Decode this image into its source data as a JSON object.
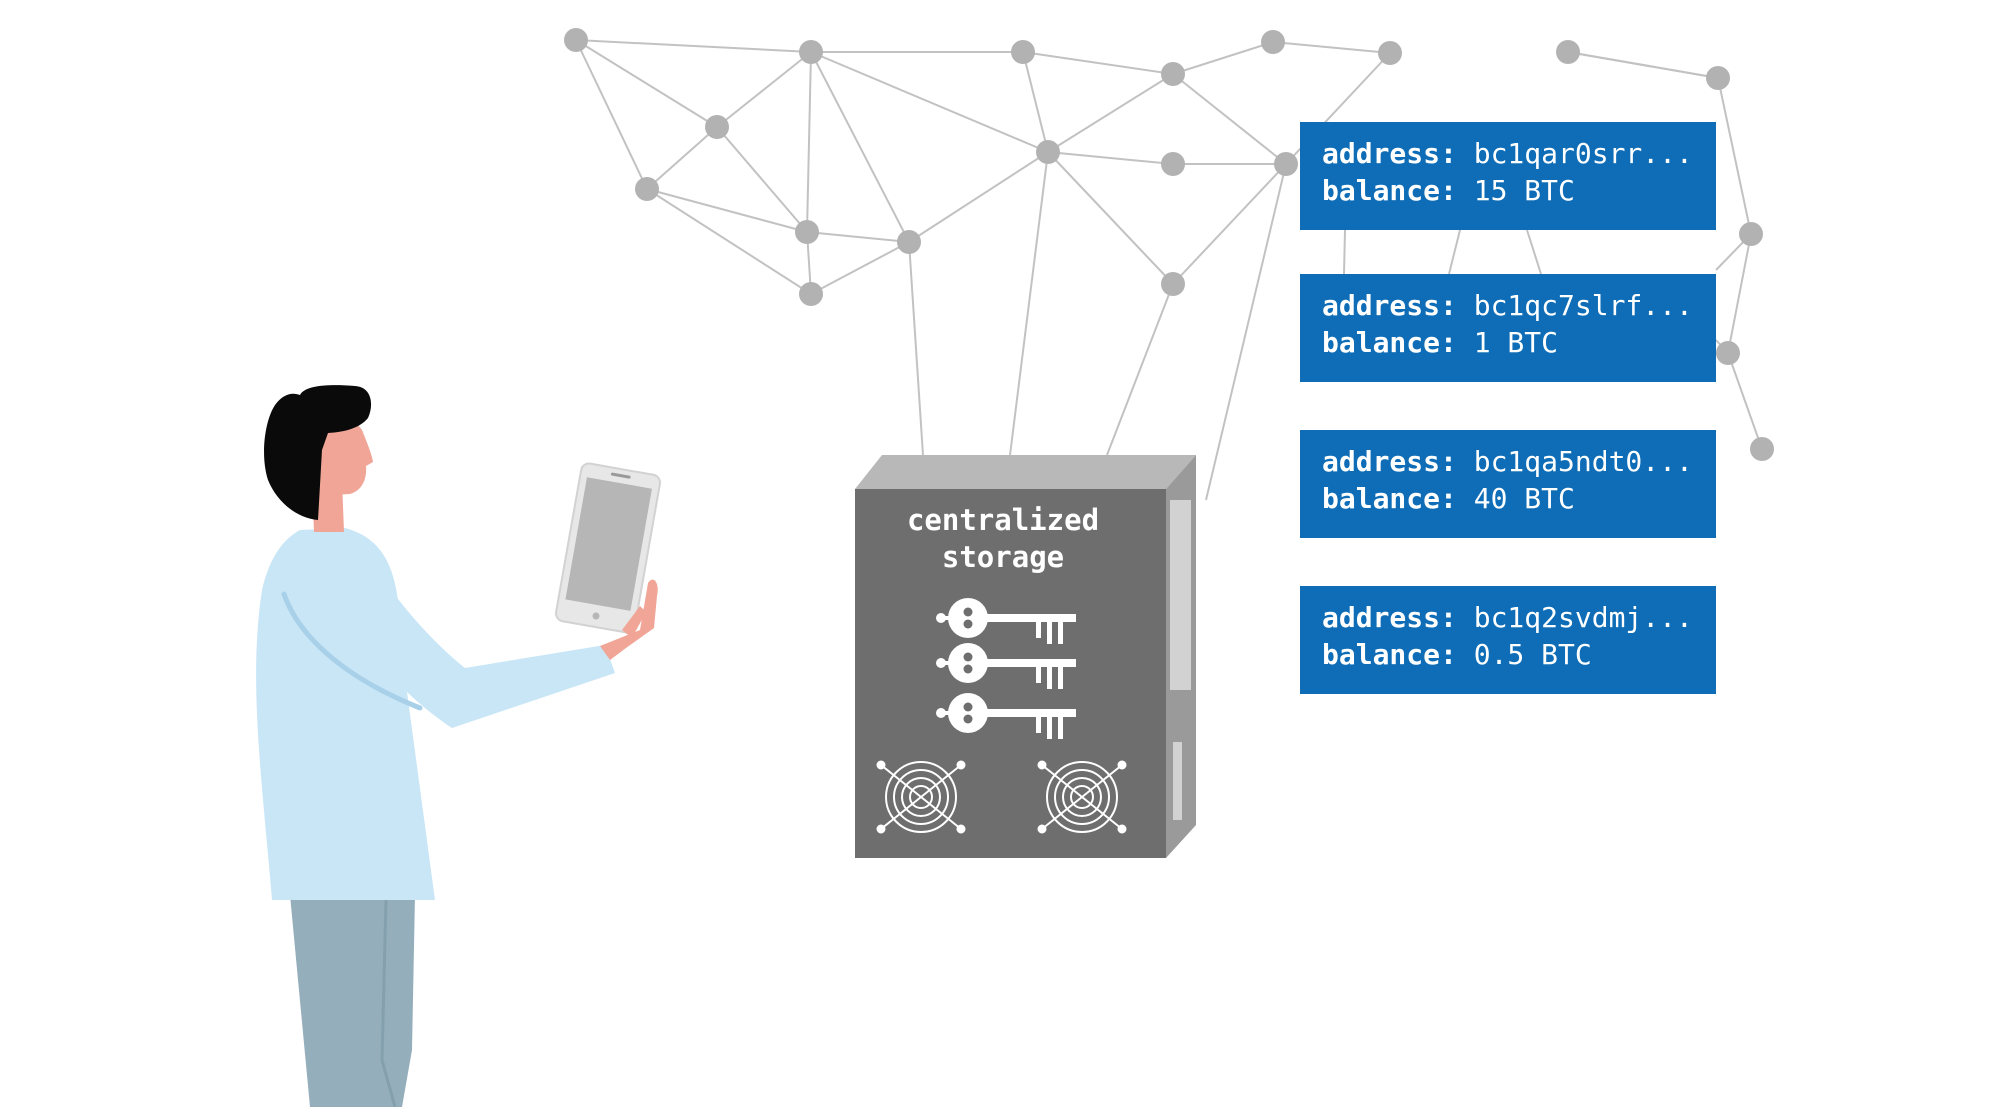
{
  "storage": {
    "title_line1": "centralized",
    "title_line2": "storage",
    "key_icon_count": 3,
    "fan_icon_count": 2
  },
  "wallets": [
    {
      "address_label": "address:",
      "address_value": "bc1qar0srr...",
      "balance_label": "balance:",
      "balance_value": "15 BTC"
    },
    {
      "address_label": "address:",
      "address_value": "bc1qc7slrf...",
      "balance_label": "balance:",
      "balance_value": "1 BTC"
    },
    {
      "address_label": "address:",
      "address_value": "bc1qa5ndt0...",
      "balance_label": "balance:",
      "balance_value": "40 BTC"
    },
    {
      "address_label": "address:",
      "address_value": "bc1q2svdmj...",
      "balance_label": "balance:",
      "balance_value": "0.5 BTC"
    }
  ],
  "colors": {
    "card_bg": "#0e6db6",
    "storage_front": "#6e6e6e",
    "storage_top": "#b8b8b8",
    "storage_side": "#9a9a9a",
    "network_node": "#b2b2b2",
    "network_edge": "#c2c2c2",
    "shirt": "#c9e6f7",
    "pants": "#95aebb",
    "skin": "#f0a597",
    "hair": "#0a0a0a"
  }
}
